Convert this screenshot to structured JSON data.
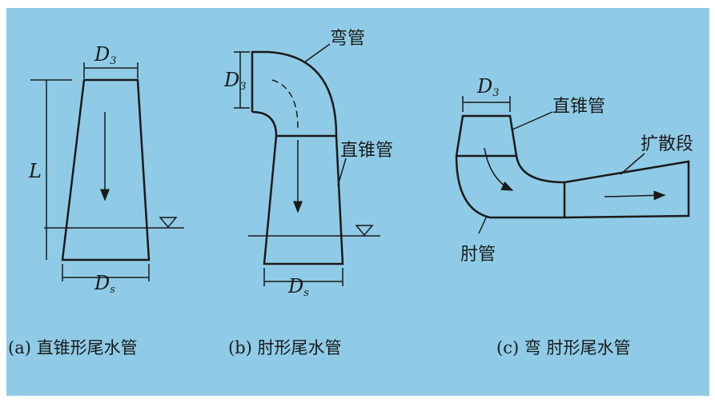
{
  "colors": {
    "panel": "#8fcbe6",
    "ink": "#1a1a1a"
  },
  "panel_a": {
    "d3": "D",
    "d3_sub": "3",
    "length": "L",
    "ds": "D",
    "ds_sub": "s",
    "caption": "(a) 直锥形尾水管"
  },
  "panel_b": {
    "d3": "D",
    "d3_sub": "3",
    "bend_label": "弯管",
    "cone_label": "直锥管",
    "ds": "D",
    "ds_sub": "s",
    "caption": "(b) 肘形尾水管"
  },
  "panel_c": {
    "d3": "D",
    "d3_sub": "3",
    "cone_label": "直锥管",
    "diffuser_label": "扩散段",
    "elbow_label": "肘管",
    "caption": "(c) 弯 肘形尾水管"
  }
}
